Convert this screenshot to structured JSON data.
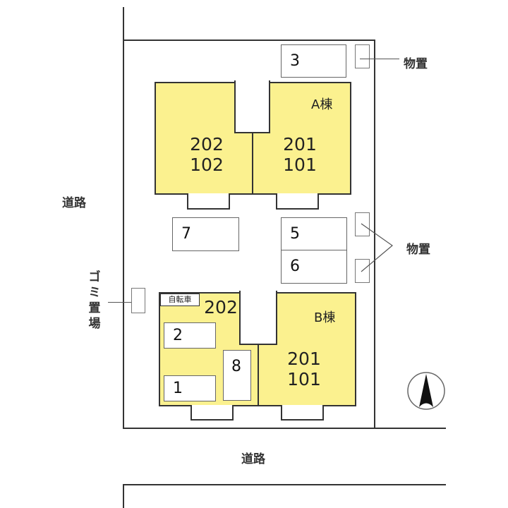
{
  "roads": {
    "west_label": "道路",
    "south_label": "道路"
  },
  "garbage": {
    "label_chars": [
      "ゴ",
      "ミ",
      "置",
      "場"
    ]
  },
  "storage": {
    "label_top": "物置",
    "label_middle": "物置"
  },
  "building_a": {
    "name": "A棟",
    "units_left": [
      "202",
      "102"
    ],
    "units_right": [
      "201",
      "101"
    ]
  },
  "building_b": {
    "name": "B棟",
    "bicycle_label": "自転車",
    "unit_upper_left": "202",
    "units_right": [
      "201",
      "101"
    ]
  },
  "parking": {
    "p1": "1",
    "p2": "2",
    "p3": "3",
    "p5": "5",
    "p6": "6",
    "p7": "7",
    "p8": "8"
  },
  "compass": {
    "icon": "north-arrow-icon"
  },
  "colors": {
    "building_fill": "#fbf18f",
    "outline": "#333333"
  }
}
